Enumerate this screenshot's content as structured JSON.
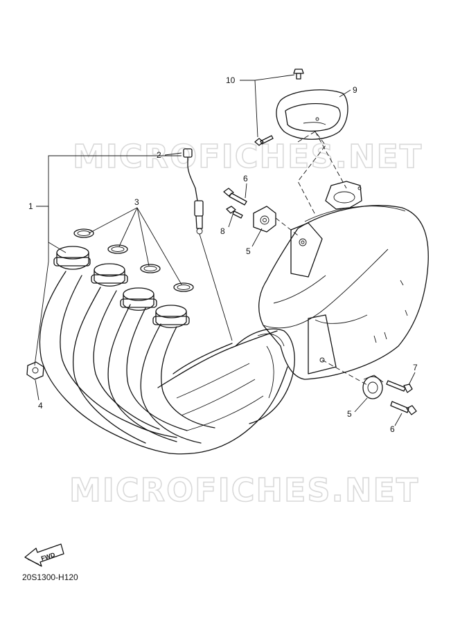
{
  "watermark": "MICROFICHES.NET",
  "diagram_code": "20S1300-H120",
  "fwd_label": "FWD",
  "callouts": {
    "c1": "1",
    "c2": "2",
    "c3": "3",
    "c4": "4",
    "c5a": "5",
    "c5b": "5",
    "c6a": "6",
    "c6b": "6",
    "c7": "7",
    "c8": "8",
    "c9": "9",
    "c10": "10"
  }
}
